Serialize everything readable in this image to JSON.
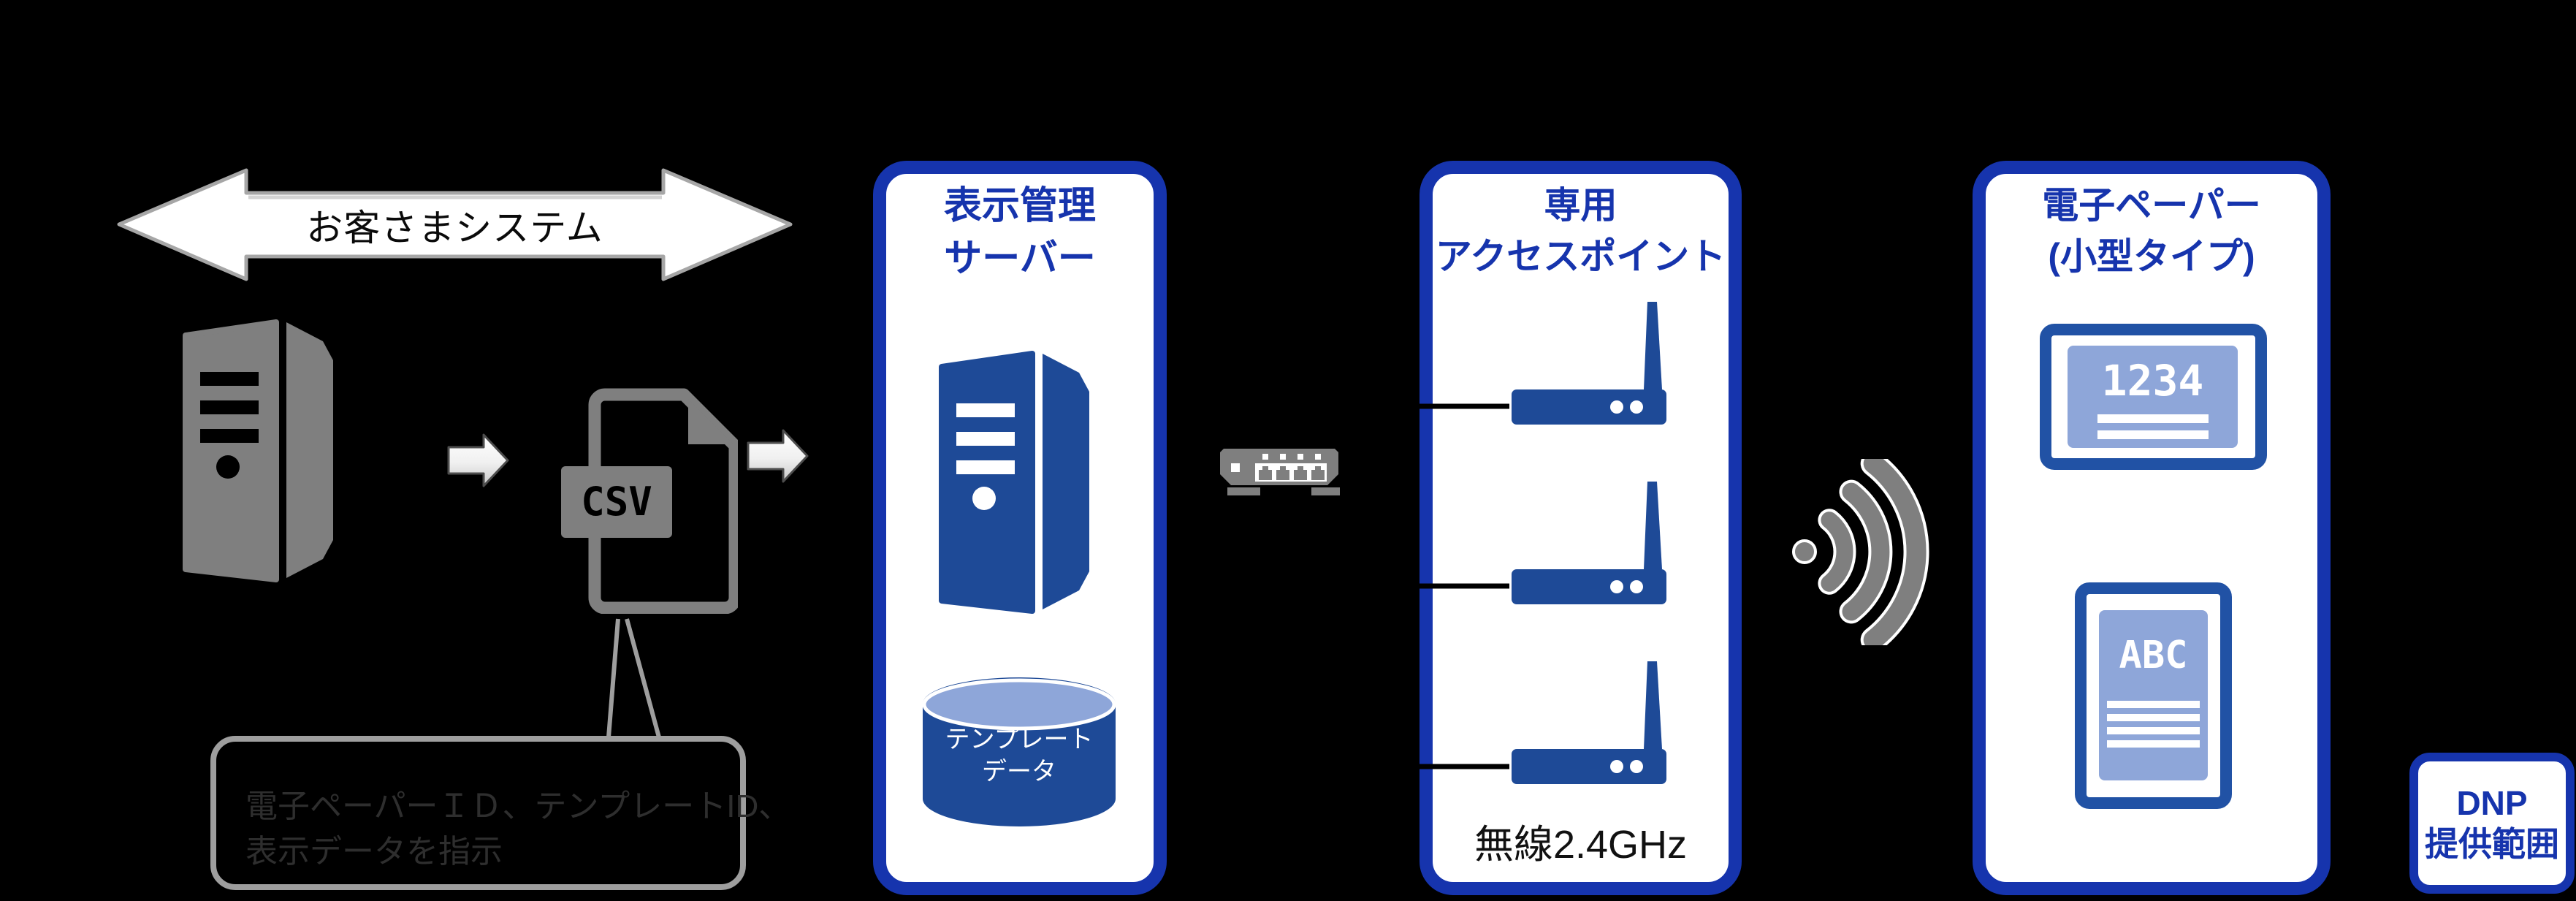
{
  "palette": {
    "canvas_bg": "#000000",
    "accent_blue": "#1634ad",
    "icon_navy": "#1e4a97",
    "device_blue": "#2152a5",
    "light_blue": "#8ea6d9",
    "icon_gray": "#7f7f7f",
    "outline_gray": "#a6a6a6",
    "arrow_edge_gray": "#4d4d4d",
    "callout_border": "#9e9e9e",
    "callout_text": "#2e2e2e"
  },
  "customer_system": {
    "arrow_label": "お客さまシステム"
  },
  "csv_file": {
    "label": "CSV"
  },
  "callout": {
    "line1": "電子ペーパーＩＤ、テンプレートID、",
    "line2": "表示データを指示"
  },
  "display_server": {
    "title_line1": "表示管理",
    "title_line2": "サーバー",
    "database_line1": "テンプレート",
    "database_line2": "データ"
  },
  "access_point": {
    "title_line1": "専用",
    "title_line2": "アクセスポイント",
    "wireless_label": "無線2.4GHz"
  },
  "epaper": {
    "title_line1": "電子ペーパー",
    "title_line2": "(小型タイプ)",
    "device1_text": "1234",
    "device2_text": "ABC"
  },
  "dnp": {
    "line1": "DNP",
    "line2": "提供範囲"
  }
}
